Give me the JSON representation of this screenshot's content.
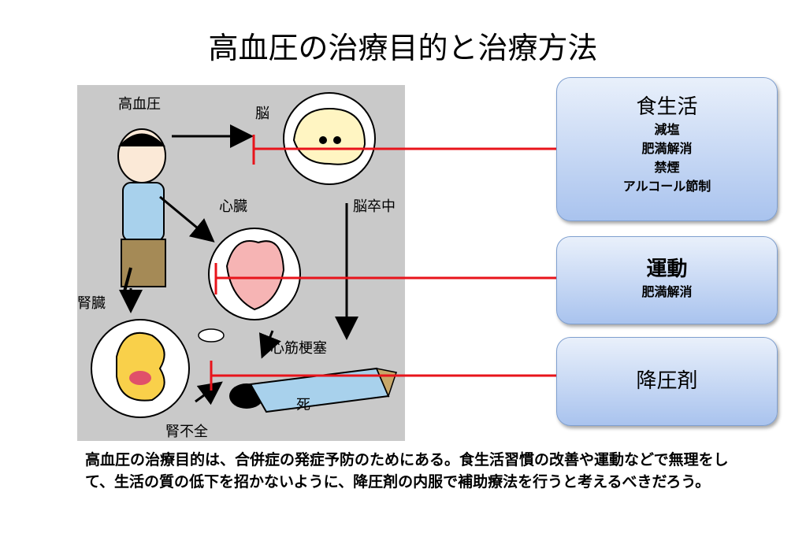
{
  "title": "高血圧の治療目的と治療方法",
  "illustration": {
    "labels": {
      "hypertension": "高血圧",
      "brain": "脳",
      "stroke": "脳卒中",
      "heart": "心臓",
      "kidney": "腎臓",
      "infarction": "心筋梗塞",
      "renal_failure": "腎不全",
      "death": "死"
    }
  },
  "boxes": [
    {
      "head": "食生活",
      "items": [
        "減塩",
        "肥満解消",
        "禁煙",
        "アルコール節制"
      ]
    },
    {
      "head": "運動",
      "items": [
        "肥満解消"
      ]
    },
    {
      "head": "降圧剤",
      "items": []
    }
  ],
  "caption": "高血圧の治療目的は、合併症の発症予防のためにある。食生活習慣の改善や運動などで無理をして、生活の質の低下を招かないように、降圧剤の内服で補助療法を行うと考えるべきだろう。",
  "colors": {
    "inhibit_line": "#e8141b",
    "box_border": "#7f9fcf"
  }
}
